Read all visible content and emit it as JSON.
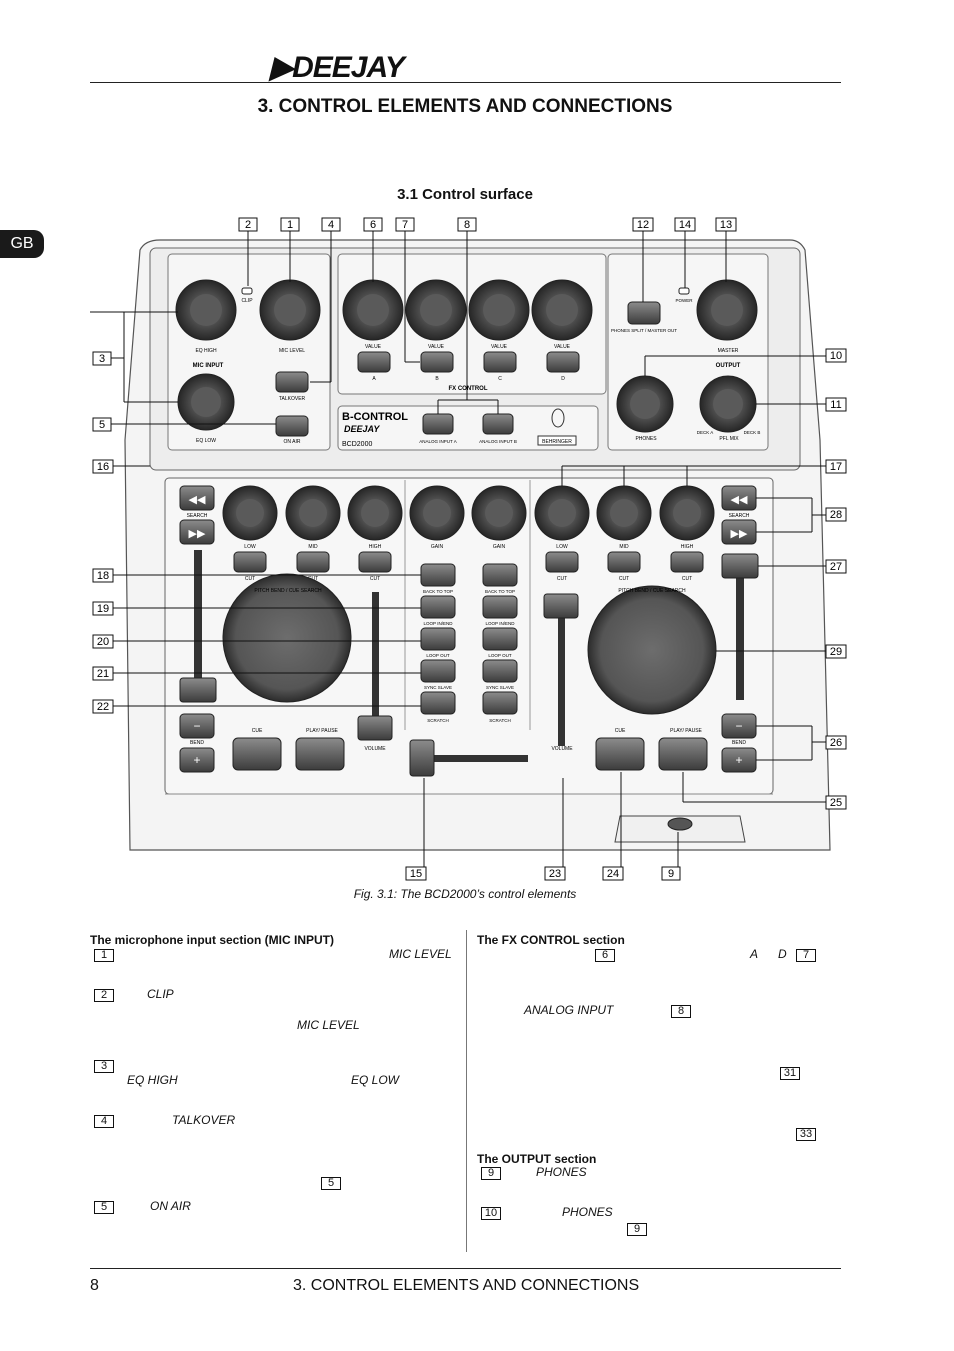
{
  "header": {
    "logo_text": "DEEJAY",
    "title": "3. CONTROL ELEMENTS AND CONNECTIONS",
    "lang_tab": "GB"
  },
  "section": {
    "subtitle": "3.1 Control surface"
  },
  "figure": {
    "caption": "Fig. 3.1: The BCD2000’s control elements",
    "callouts_top": [
      "2",
      "1",
      "4",
      "6",
      "7",
      "8",
      "12",
      "14",
      "13"
    ],
    "callouts_left": [
      "3",
      "5",
      "16",
      "18",
      "19",
      "20",
      "21",
      "22"
    ],
    "callouts_right": [
      "10",
      "11",
      "17",
      "28",
      "27",
      "29",
      "26",
      "25"
    ],
    "callouts_bottom": [
      "15",
      "23",
      "24",
      "9"
    ],
    "panel_labels": {
      "mic_input": "MIC INPUT",
      "clip": "CLIP",
      "mic_level": "MIC LEVEL",
      "eq_high": "EQ HIGH",
      "eq_low": "EQ LOW",
      "talkover": "TALKOVER",
      "on_air": "ON AIR",
      "value": "VALUE",
      "fx_control": "FX CONTROL",
      "fx_a": "A",
      "fx_b": "B",
      "fx_c": "C",
      "fx_d": "D",
      "brand": "B-CONTROL",
      "brand_sub": "DEEJAY",
      "model": "BCD2000",
      "maker": "BEHRINGER",
      "analog_a": "ANALOG INPUT A",
      "analog_b": "ANALOG INPUT B",
      "phones_split": "PHONES SPLIT / MASTER OUT",
      "power": "POWER",
      "master": "MASTER",
      "output": "OUTPUT",
      "phones": "PHONES",
      "pfl_mix": "PFL MIX",
      "deck_a": "DECK A",
      "deck_b": "DECK B",
      "search": "SEARCH",
      "bend": "BEND",
      "cue": "CUE",
      "play_pause": "PLAY/ PAUSE",
      "volume": "VOLUME",
      "back_to_top": "BACK TO TOP",
      "loop_in_end": "LOOP IN/END",
      "loop_out": "LOOP OUT",
      "sync_slave": "SYNC SLAVE",
      "scratch": "SCRATCH",
      "pitch_bend": "PITCH BEND / CUE SEARCH",
      "low": "LOW",
      "mid": "MID",
      "high": "HIGH",
      "gain": "GAIN",
      "cut": "CUT"
    }
  },
  "col_left": {
    "heading": "The microphone input section (MIC INPUT)",
    "r1_box": "1",
    "r1_text": "MIC LEVEL",
    "r2_box": "2",
    "r2_text": "CLIP",
    "r2b_text": "MIC LEVEL",
    "r3_box": "3",
    "r3_text_a": "EQ  HIGH",
    "r3_text_b": "EQ  LOW",
    "r4_box": "4",
    "r4_text": "TALKOVER",
    "r4b_box": "5",
    "r5_box": "5",
    "r5_text": "ON  AIR"
  },
  "col_right": {
    "heading": "The FX CONTROL section",
    "r1_box": "6",
    "r1_a": "A",
    "r1_d": "D",
    "r1_box2": "7",
    "r2_text": "ANALOG INPUT",
    "r2_box": "8",
    "r3_box": "31",
    "r4_box": "33",
    "heading2": "The OUTPUT section",
    "r5_box": "9",
    "r5_text": "PHONES",
    "r6_box": "10",
    "r6_text": "PHONES",
    "r6_box2": "9"
  },
  "footer": {
    "page_number": "8",
    "title": "3. CONTROL ELEMENTS AND CONNECTIONS"
  }
}
